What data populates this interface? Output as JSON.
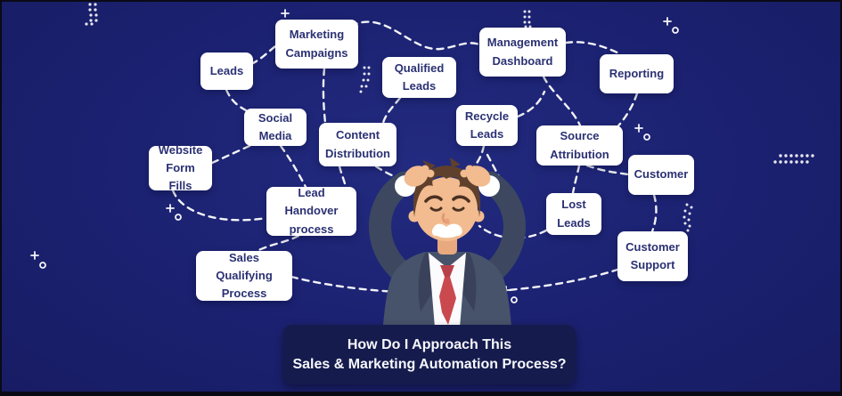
{
  "background": {
    "color": "#1b2170",
    "frame_color": "#0a0a16"
  },
  "node_style": {
    "bg": "#ffffff",
    "text_color": "#2b3173"
  },
  "connector": {
    "color": "#ffffff",
    "style": "dashed"
  },
  "nodes": [
    {
      "id": "leads",
      "label": "Leads"
    },
    {
      "id": "marketing-campaigns",
      "label": "Marketing\nCampaigns"
    },
    {
      "id": "qualified-leads",
      "label": "Qualified\nLeads"
    },
    {
      "id": "management-dashboard",
      "label": "Management\nDashboard"
    },
    {
      "id": "reporting",
      "label": "Reporting"
    },
    {
      "id": "social-media",
      "label": "Social\nMedia"
    },
    {
      "id": "content-distribution",
      "label": "Content\nDistribution"
    },
    {
      "id": "recycle-leads",
      "label": "Recycle\nLeads"
    },
    {
      "id": "source-attribution",
      "label": "Source\nAttribution"
    },
    {
      "id": "customer",
      "label": "Customer"
    },
    {
      "id": "website-form-fills",
      "label": "Website\nForm Fills"
    },
    {
      "id": "lead-handover",
      "label": "Lead Handover\nprocess"
    },
    {
      "id": "lost-leads",
      "label": "Lost\nLeads"
    },
    {
      "id": "sales-qualifying",
      "label": "Sales Qualifying\nProcess"
    },
    {
      "id": "customer-support",
      "label": "Customer\nSupport"
    }
  ],
  "title_card": {
    "line1": "How Do I Approach This",
    "line2": "Sales & Marketing Automation Process?",
    "bg": "#151b4d",
    "text_color": "#f7f8fc"
  },
  "illustration": {
    "name": "stressed-businessman",
    "suit_color": "#47536b",
    "sleeve_color": "#3d4860",
    "tie_color": "#c9494f",
    "skin_color": "#f2bb90",
    "hair_color": "#5f402c"
  }
}
